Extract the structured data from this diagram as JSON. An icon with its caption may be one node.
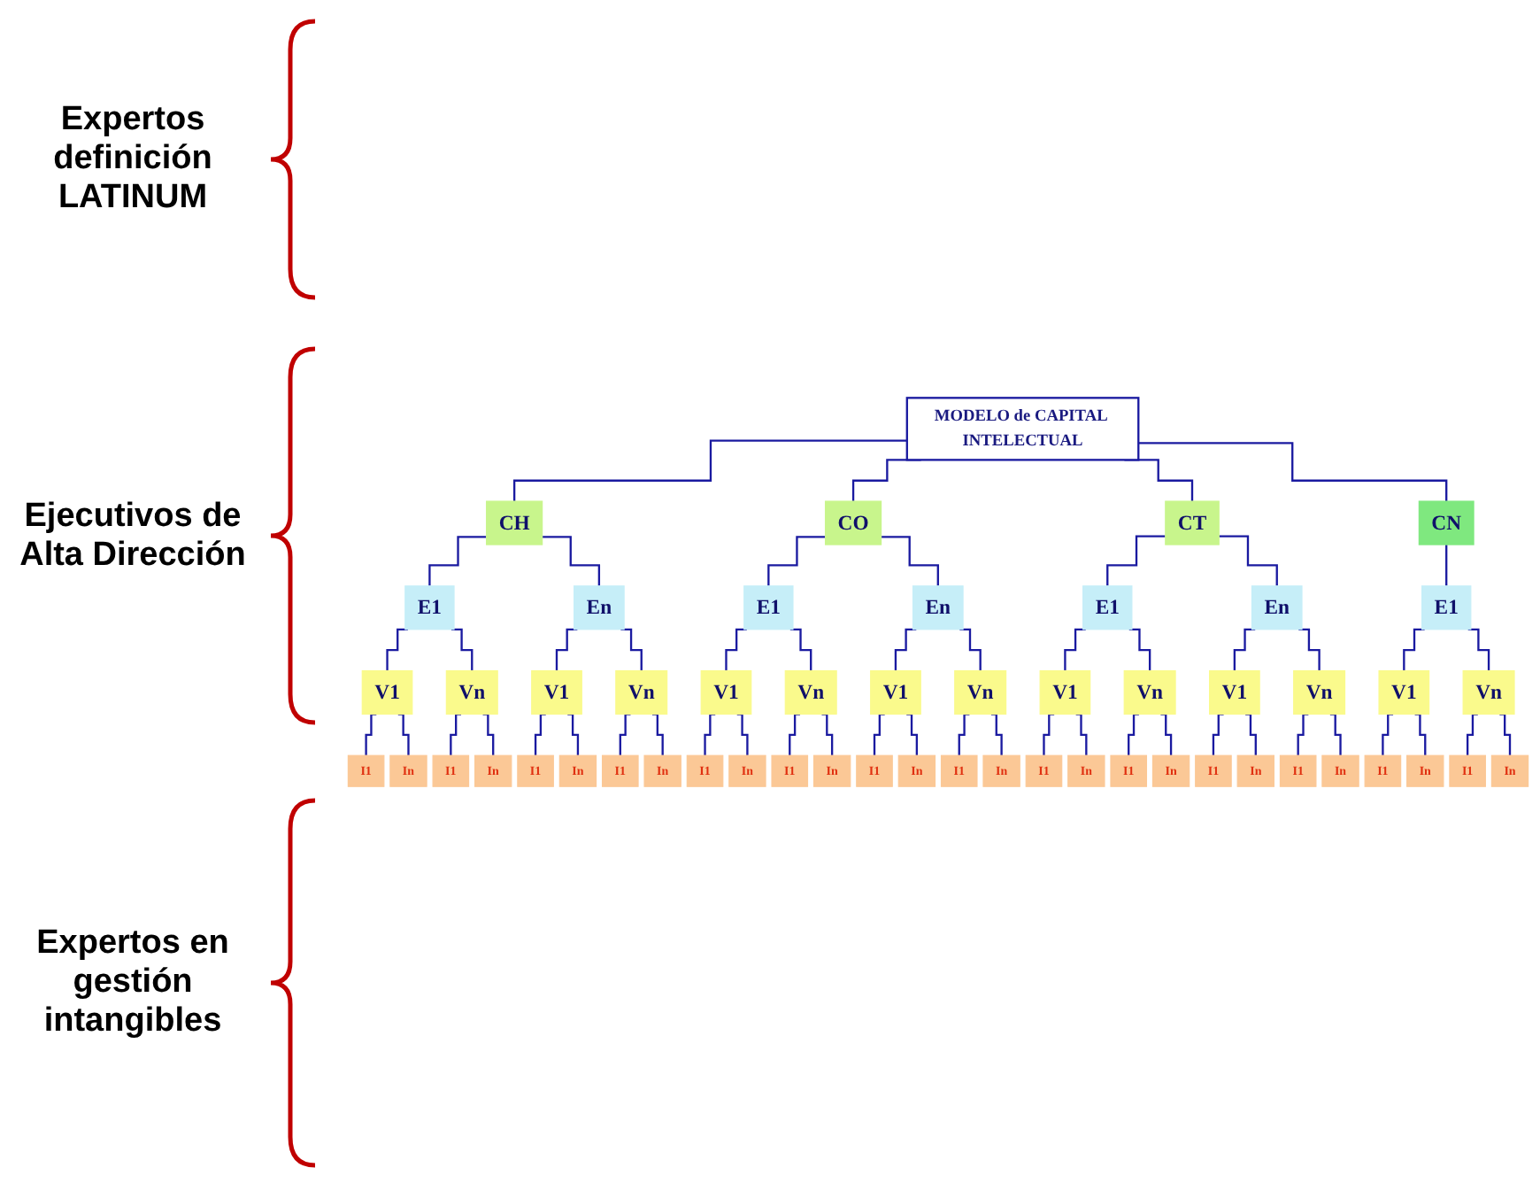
{
  "diagram": {
    "nodes": [
      {
        "text": [
          "MODELO de CAPITAL INTELECTUAL"
        ]
      },
      {
        "text": [
          "CH"
        ]
      },
      {
        "text": [
          "CO"
        ]
      },
      {
        "text": [
          "CT"
        ]
      },
      {
        "text": [
          "CN"
        ]
      },
      {
        "text": [
          "E1"
        ]
      },
      {
        "text": [
          "En"
        ]
      },
      {
        "text": [
          "E1"
        ]
      },
      {
        "text": [
          "En"
        ]
      },
      {
        "text": [
          "E1"
        ]
      },
      {
        "text": [
          "En"
        ]
      },
      {
        "text": [
          "E1"
        ]
      },
      {
        "text": [
          "V1"
        ]
      },
      {
        "text": [
          "Vn"
        ]
      },
      {
        "text": [
          "V1"
        ]
      },
      {
        "text": [
          "Vn"
        ]
      },
      {
        "text": [
          "V1"
        ]
      },
      {
        "text": [
          "Vn"
        ]
      },
      {
        "text": [
          "V1"
        ]
      },
      {
        "text": [
          "Vn"
        ]
      },
      {
        "text": [
          "V1"
        ]
      },
      {
        "text": [
          "Vn"
        ]
      },
      {
        "text": [
          "V1"
        ]
      },
      {
        "text": [
          "Vn"
        ]
      },
      {
        "text": [
          "V1"
        ]
      },
      {
        "text": [
          "Vn"
        ]
      },
      {
        "text": [
          "I1"
        ]
      },
      {
        "text": [
          "In"
        ]
      },
      {
        "text": [
          "I1"
        ]
      },
      {
        "text": [
          "In"
        ]
      },
      {
        "text": [
          "I1"
        ]
      },
      {
        "text": [
          "In"
        ]
      },
      {
        "text": [
          "I1"
        ]
      },
      {
        "text": [
          "In"
        ]
      },
      {
        "text": [
          "I1"
        ]
      },
      {
        "text": [
          "In"
        ]
      },
      {
        "text": [
          "I1"
        ]
      },
      {
        "text": [
          "In"
        ]
      },
      {
        "text": [
          "I1"
        ]
      },
      {
        "text": [
          "In"
        ]
      },
      {
        "text": [
          "I1"
        ]
      },
      {
        "text": [
          "In"
        ]
      },
      {
        "text": [
          "I1"
        ]
      },
      {
        "text": [
          "In"
        ]
      },
      {
        "text": [
          "I1"
        ]
      },
      {
        "text": [
          "In"
        ]
      },
      {
        "text": [
          "I1"
        ]
      },
      {
        "text": [
          "In"
        ]
      },
      {
        "text": [
          "I1"
        ]
      },
      {
        "text": [
          "In"
        ]
      },
      {
        "text": [
          "I1"
        ]
      },
      {
        "text": [
          "In"
        ]
      },
      {
        "text": [
          "I1"
        ]
      },
      {
        "text": [
          "In"
        ]
      }
    ],
    "edges": [
      {
        "from": 0,
        "to": 1,
        "arrow": "none"
      },
      {
        "from": 0,
        "to": 2,
        "arrow": "none"
      },
      {
        "from": 0,
        "to": 3,
        "arrow": "none"
      },
      {
        "from": 0,
        "to": 4,
        "arrow": "none"
      },
      {
        "from": 1,
        "to": 5,
        "arrow": "none"
      },
      {
        "from": 1,
        "to": 6,
        "arrow": "none"
      },
      {
        "from": 2,
        "to": 7,
        "arrow": "none"
      },
      {
        "from": 2,
        "to": 8,
        "arrow": "none"
      },
      {
        "from": 3,
        "to": 9,
        "arrow": "none"
      },
      {
        "from": 3,
        "to": 10,
        "arrow": "none"
      },
      {
        "from": 4,
        "to": 11,
        "arrow": "none"
      },
      {
        "from": 5,
        "to": 12,
        "arrow": "none"
      },
      {
        "from": 5,
        "to": 13,
        "arrow": "none"
      },
      {
        "from": 6,
        "to": 14,
        "arrow": "none"
      },
      {
        "from": 6,
        "to": 15,
        "arrow": "none"
      },
      {
        "from": 7,
        "to": 16,
        "arrow": "none"
      },
      {
        "from": 7,
        "to": 17,
        "arrow": "none"
      },
      {
        "from": 8,
        "to": 18,
        "arrow": "none"
      },
      {
        "from": 8,
        "to": 19,
        "arrow": "none"
      },
      {
        "from": 9,
        "to": 20,
        "arrow": "none"
      },
      {
        "from": 9,
        "to": 21,
        "arrow": "none"
      },
      {
        "from": 10,
        "to": 22,
        "arrow": "none"
      },
      {
        "from": 10,
        "to": 23,
        "arrow": "none"
      },
      {
        "from": 11,
        "to": 24,
        "arrow": "none"
      },
      {
        "from": 11,
        "to": 25,
        "arrow": "none"
      },
      {
        "from": 12,
        "to": 26,
        "arrow": "none"
      },
      {
        "from": 12,
        "to": 27,
        "arrow": "none"
      },
      {
        "from": 13,
        "to": 28,
        "arrow": "none"
      },
      {
        "from": 13,
        "to": 29,
        "arrow": "none"
      },
      {
        "from": 14,
        "to": 30,
        "arrow": "none"
      },
      {
        "from": 14,
        "to": 31,
        "arrow": "none"
      },
      {
        "from": 15,
        "to": 32,
        "arrow": "none"
      },
      {
        "from": 15,
        "to": 33,
        "arrow": "none"
      },
      {
        "from": 16,
        "to": 34,
        "arrow": "none"
      },
      {
        "from": 16,
        "to": 35,
        "arrow": "none"
      },
      {
        "from": 17,
        "to": 36,
        "arrow": "none"
      },
      {
        "from": 17,
        "to": 37,
        "arrow": "none"
      },
      {
        "from": 18,
        "to": 38,
        "arrow": "none"
      },
      {
        "from": 18,
        "to": 39,
        "arrow": "none"
      },
      {
        "from": 19,
        "to": 40,
        "arrow": "none"
      },
      {
        "from": 19,
        "to": 41,
        "arrow": "none"
      },
      {
        "from": 20,
        "to": 42,
        "arrow": "none"
      },
      {
        "from": 20,
        "to": 43,
        "arrow": "none"
      },
      {
        "from": 21,
        "to": 44,
        "arrow": "none"
      },
      {
        "from": 21,
        "to": 45,
        "arrow": "none"
      },
      {
        "from": 22,
        "to": 46,
        "arrow": "none"
      },
      {
        "from": 22,
        "to": 47,
        "arrow": "none"
      },
      {
        "from": 23,
        "to": 48,
        "arrow": "none"
      },
      {
        "from": 23,
        "to": 49,
        "arrow": "none"
      },
      {
        "from": 24,
        "to": 50,
        "arrow": "none"
      },
      {
        "from": 24,
        "to": 51,
        "arrow": "none"
      },
      {
        "from": 25,
        "to": 52,
        "arrow": "none"
      },
      {
        "from": 25,
        "to": 53,
        "arrow": "none"
      }
    ],
    "labels": [
      "Expertos definición LATINUM",
      "Ejecutivos de Alta Dirección",
      "Expertos en gestión intangibles"
    ]
  }
}
